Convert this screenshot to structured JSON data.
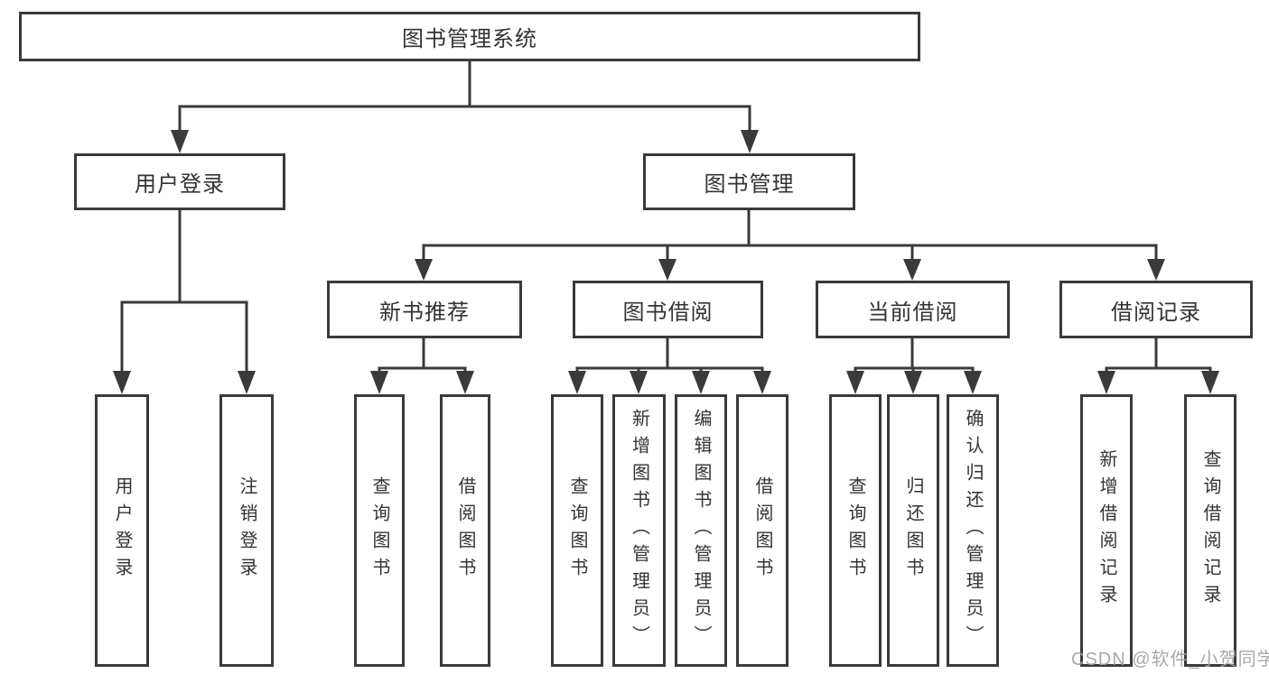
{
  "diagram": {
    "type": "hierarchy-tree",
    "root": {
      "label": "图书管理系统"
    },
    "branches": [
      {
        "label": "用户登录",
        "children": [
          {
            "label": "用户登录"
          },
          {
            "label": "注销登录"
          }
        ]
      },
      {
        "label": "图书管理",
        "children": [
          {
            "label": "新书推荐",
            "children": [
              {
                "label": "查询图书"
              },
              {
                "label": "借阅图书"
              }
            ]
          },
          {
            "label": "图书借阅",
            "children": [
              {
                "label": "查询图书"
              },
              {
                "label": "新增图书（管理员）"
              },
              {
                "label": "编辑图书（管理员）"
              },
              {
                "label": "借阅图书"
              }
            ]
          },
          {
            "label": "当前借阅",
            "children": [
              {
                "label": "查询图书"
              },
              {
                "label": "归还图书"
              },
              {
                "label": "确认归还（管理员）"
              }
            ]
          },
          {
            "label": "借阅记录",
            "children": [
              {
                "label": "新增借阅记录"
              },
              {
                "label": "查询借阅记录"
              }
            ]
          }
        ]
      }
    ],
    "watermark": "CSDN @软件_小贺同学",
    "colors": {
      "line": "#3a3a3a",
      "text": "#333333",
      "background": "#ffffff",
      "watermark": "#a2a2a2"
    }
  }
}
